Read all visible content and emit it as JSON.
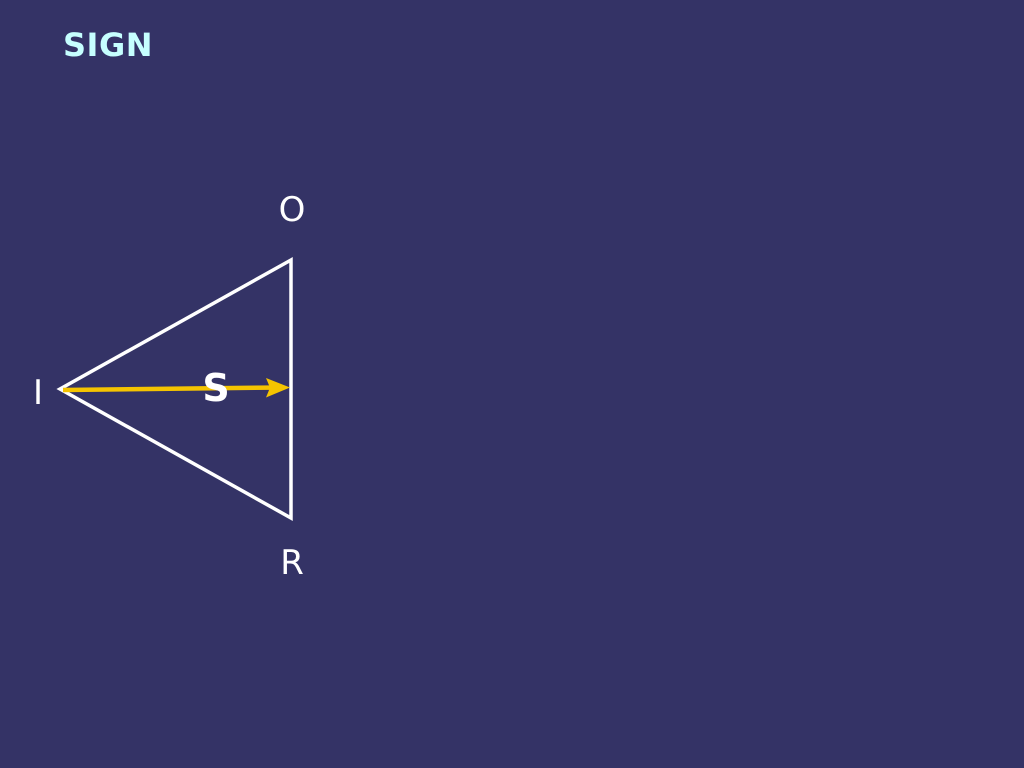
{
  "slide": {
    "title": "SIGN",
    "background_color": "#343366",
    "title_color": "#c6ffff"
  },
  "diagram": {
    "vertices": {
      "object": "O",
      "interpretant": "I",
      "representamen": "R"
    },
    "arrow_label": "S",
    "line_color": "#ffffff",
    "arrow_color": "#f5c400"
  }
}
